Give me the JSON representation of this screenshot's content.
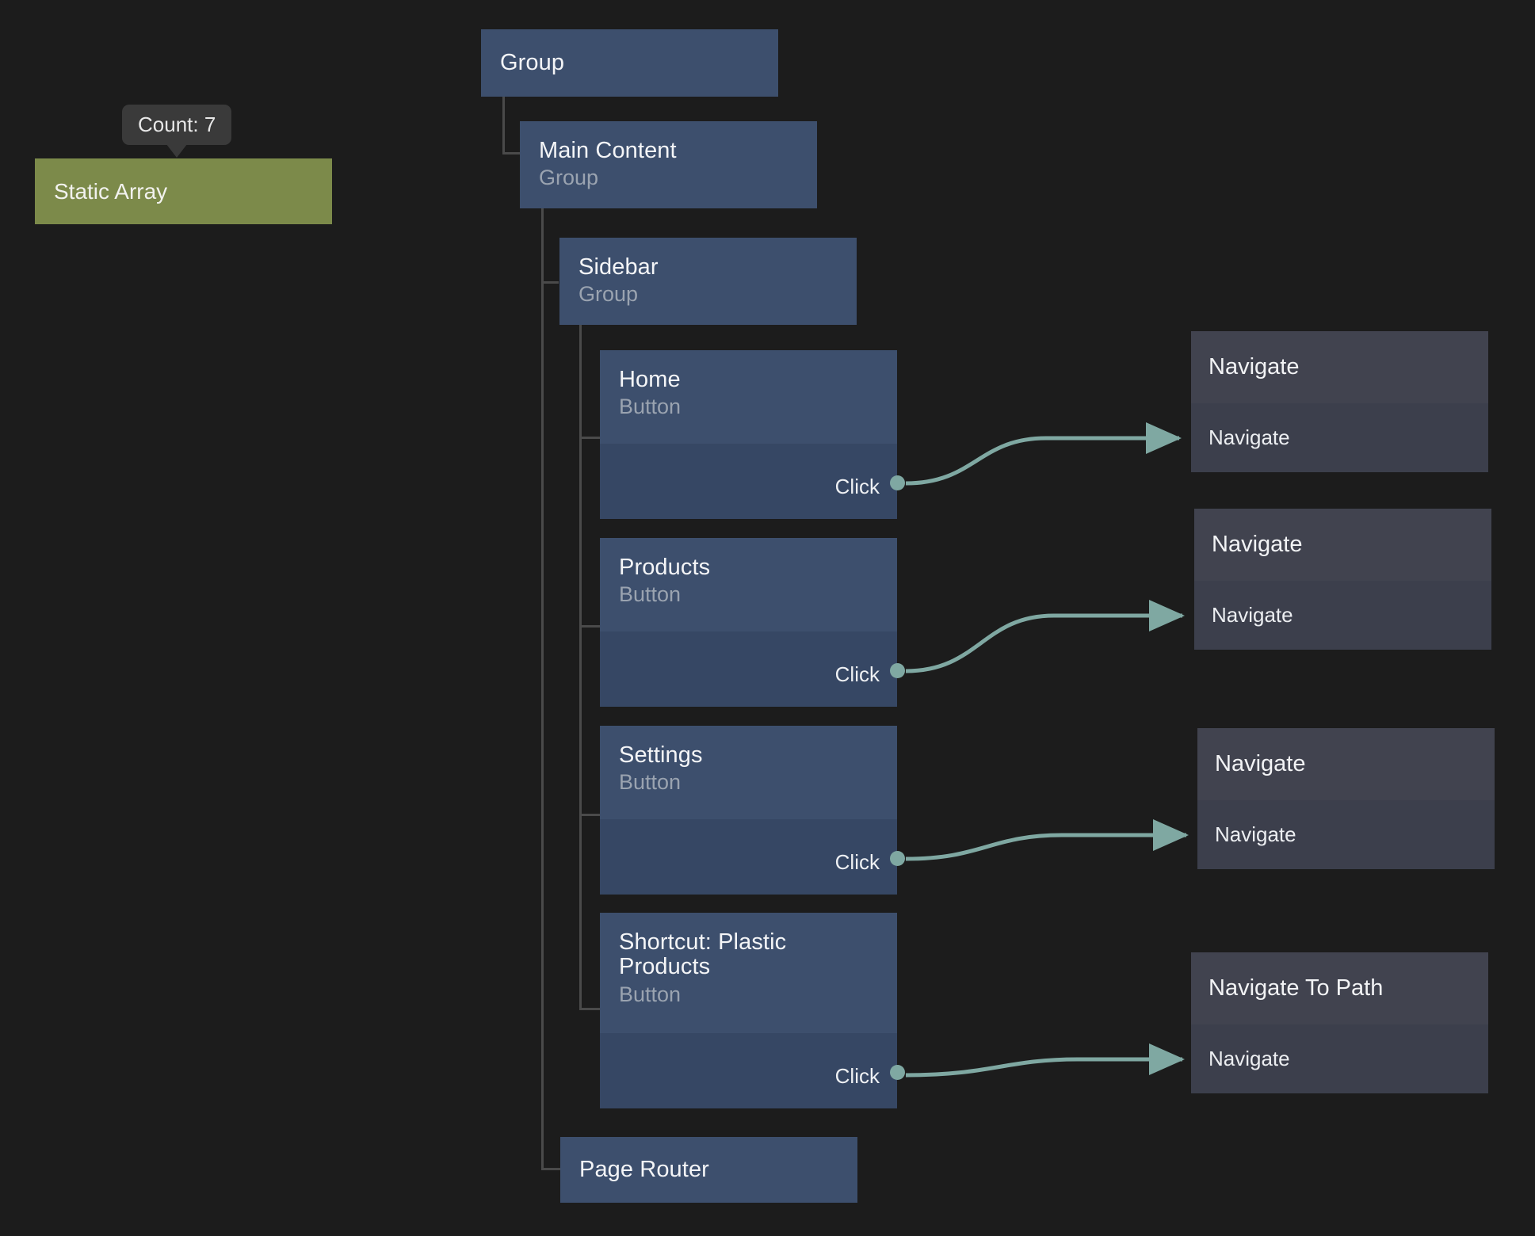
{
  "canvas": {
    "background": "#1c1c1c",
    "accent_edge_color": "#7fa8a2",
    "node_blue": "#3d4f6d",
    "node_blue_body": "#364764",
    "node_green": "#7c8a4a",
    "node_action": "#3c3f4c",
    "node_action_header": "#41434f",
    "tree_line_color": "#4a4a4a"
  },
  "tooltip": {
    "label": "Count: 7"
  },
  "data_node": {
    "title": "Static Array"
  },
  "tree": {
    "nodes": [
      {
        "title": "Group",
        "subtitle": "",
        "port": ""
      },
      {
        "title": "Main Content",
        "subtitle": "Group",
        "port": ""
      },
      {
        "title": "Sidebar",
        "subtitle": "Group",
        "port": ""
      },
      {
        "title": "Home",
        "subtitle": "Button",
        "port": "Click"
      },
      {
        "title": "Products",
        "subtitle": "Button",
        "port": "Click"
      },
      {
        "title": "Settings",
        "subtitle": "Button",
        "port": "Click"
      },
      {
        "title": "Shortcut: Plastic Products",
        "subtitle": "Button",
        "port": "Click"
      },
      {
        "title": "Page Router",
        "subtitle": "",
        "port": ""
      }
    ]
  },
  "actions": {
    "nodes": [
      {
        "title": "Navigate",
        "port": "Navigate"
      },
      {
        "title": "Navigate",
        "port": "Navigate"
      },
      {
        "title": "Navigate",
        "port": "Navigate"
      },
      {
        "title": "Navigate To Path",
        "port": "Navigate"
      }
    ]
  }
}
